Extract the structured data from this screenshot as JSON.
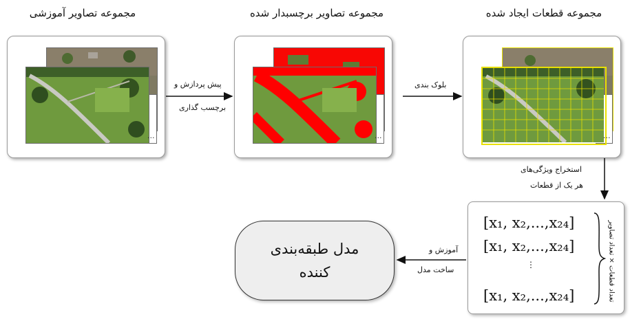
{
  "titles": {
    "training": "مجموعه تصاویر آموزشی",
    "labeled": "مجموعه تصاویر برچسبدار شده",
    "blocks": "مجموعه قطعات ایجاد شده"
  },
  "steps": {
    "preprocess_line1": "پیش پردازش و",
    "preprocess_line2": "برچسب گذاری",
    "blocking": "بلوک بندی",
    "features_line1": "استخراج ویژگی‌های",
    "features_line2": "هر یک از قطعات",
    "training_line1": "آموزش و",
    "training_line2": "ساخت مدل"
  },
  "stack_ellipsis": "...",
  "vector": {
    "row": "[x₁, x₂,...,x₂₄]",
    "vertical_dots": "⋮",
    "side_label": "تعداد قطعات × تعداد تصاویر"
  },
  "model": {
    "line1": "مدل طبقه‌بندی",
    "line2": "کننده"
  },
  "colors": {
    "mask": "#ff0000",
    "grid": "#e8e000",
    "grass": "#6f9a3e",
    "road": "#c9c9c3"
  }
}
